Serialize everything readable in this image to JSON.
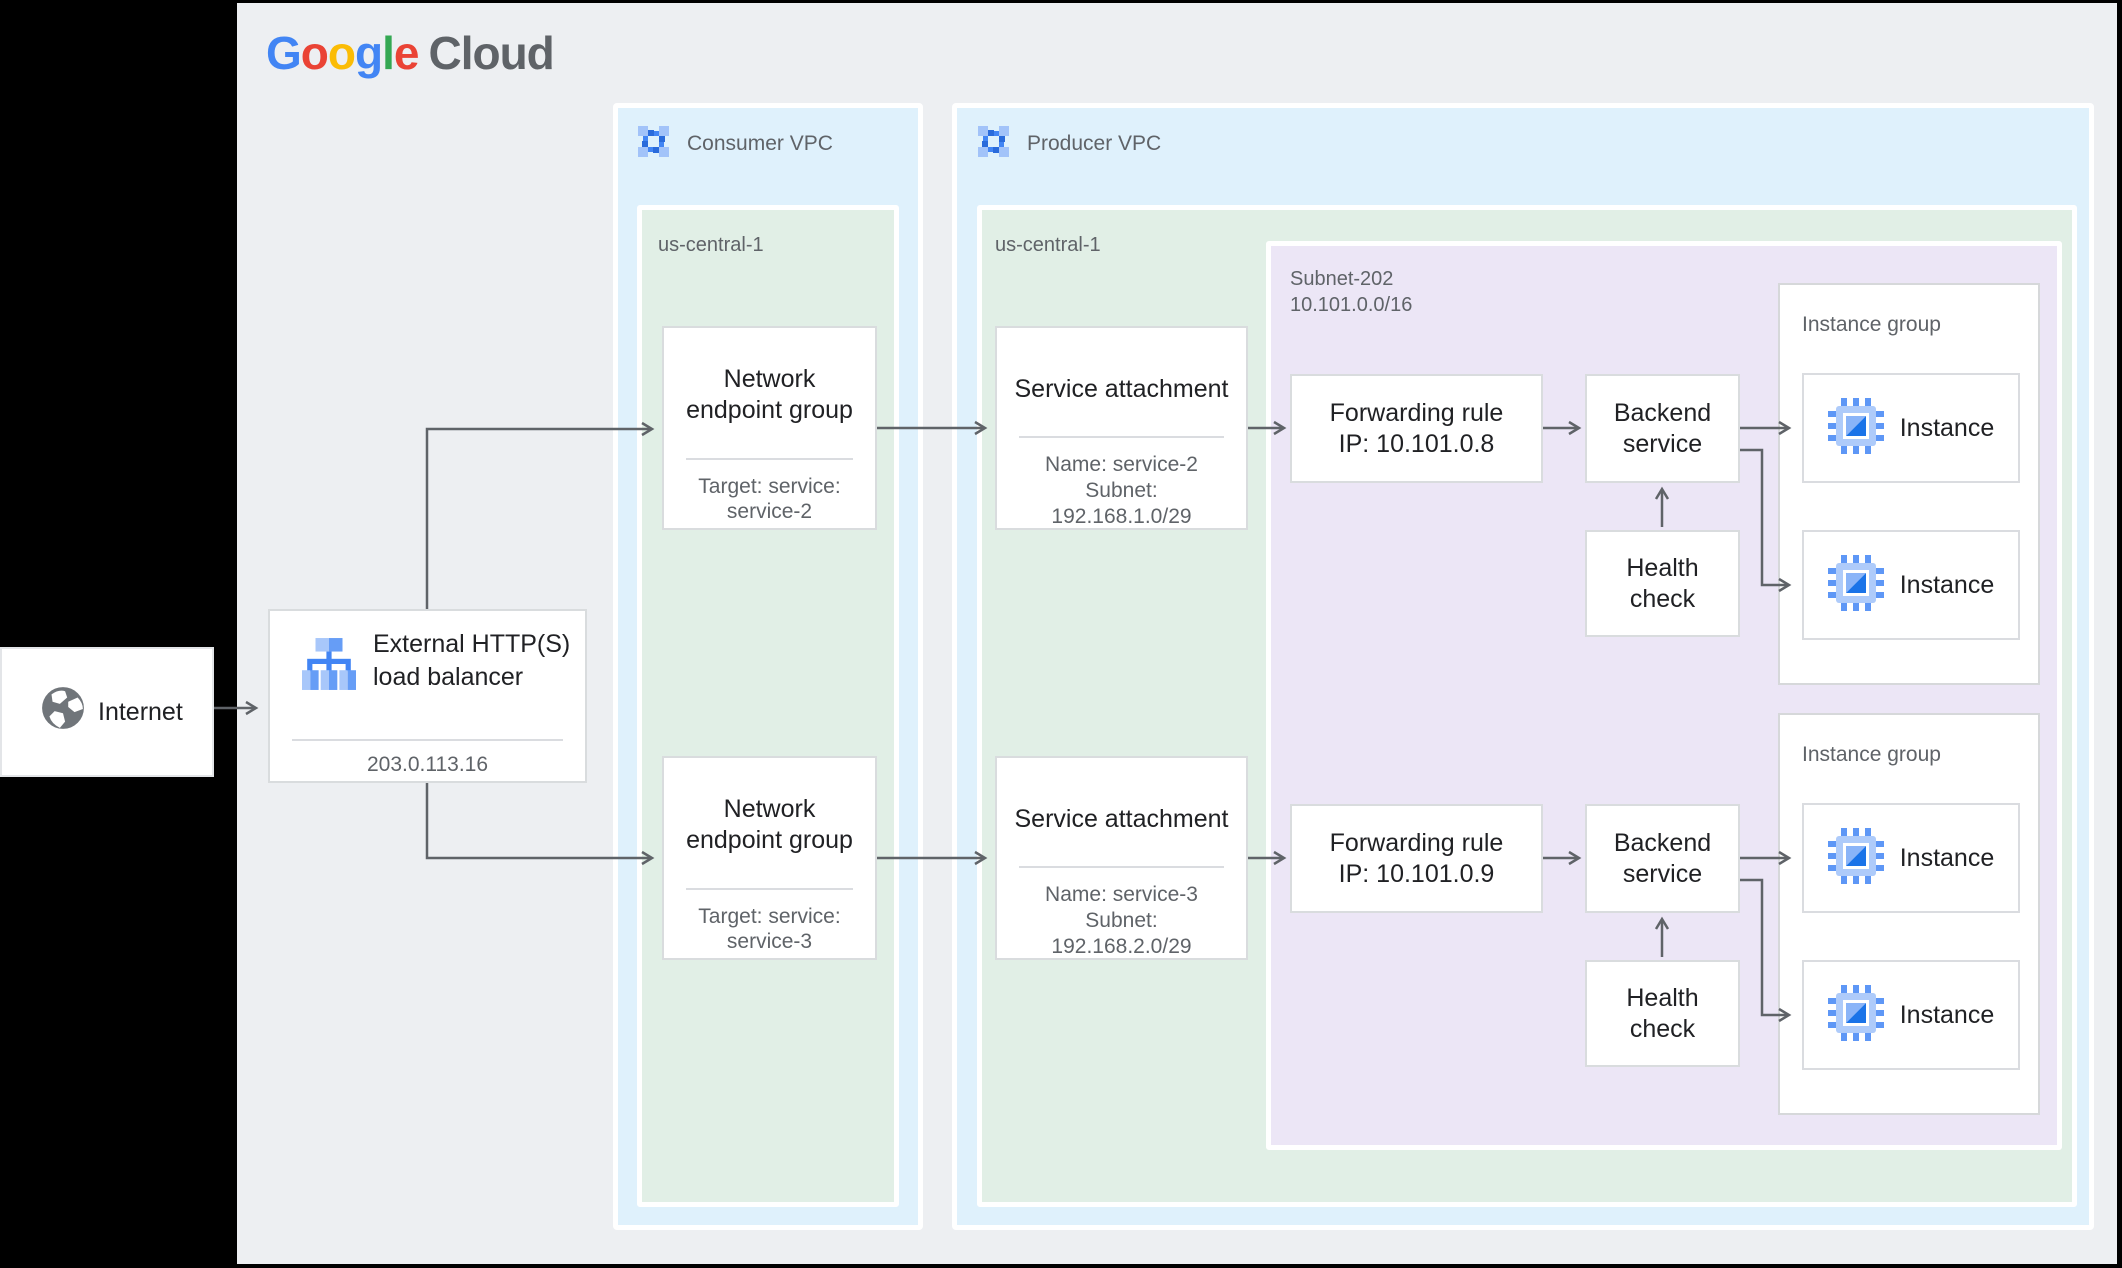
{
  "palette": {
    "canvas_gray": "#EDEFF2",
    "vpc_blue": "#DFF1FC",
    "region_green": "#E1EFE6",
    "subnet_purple": "#ECE6F6",
    "arrow_gray": "#5F6368",
    "title_text": "#202124",
    "secondary_text": "#5F6368",
    "google_blue": "#4285F4",
    "google_red": "#EA4335",
    "google_yellow": "#FBBC05",
    "google_green": "#34A853"
  },
  "logo": {
    "letters": [
      {
        "ch": "G",
        "color": "#4285F4"
      },
      {
        "ch": "o",
        "color": "#EA4335"
      },
      {
        "ch": "o",
        "color": "#FBBC05"
      },
      {
        "ch": "g",
        "color": "#4285F4"
      },
      {
        "ch": "l",
        "color": "#34A853"
      },
      {
        "ch": "e",
        "color": "#EA4335"
      }
    ],
    "suffix": "Cloud"
  },
  "internet": {
    "label": "Internet"
  },
  "load_balancer": {
    "title_line1": "External HTTP(S)",
    "title_line2": "load balancer",
    "ip": "203.0.113.16"
  },
  "consumer_vpc": {
    "label": "Consumer VPC",
    "region": "us-central-1"
  },
  "producer_vpc": {
    "label": "Producer VPC",
    "region": "us-central-1",
    "subnet": {
      "name": "Subnet-202",
      "cidr": "10.101.0.0/16"
    }
  },
  "neg": [
    {
      "title_line1": "Network",
      "title_line2": "endpoint group",
      "target_line1": "Target: service:",
      "target_line2": "service-2"
    },
    {
      "title_line1": "Network",
      "title_line2": "endpoint group",
      "target_line1": "Target: service:",
      "target_line2": "service-3"
    }
  ],
  "service_attachments": [
    {
      "title": "Service attachment",
      "name": "Name: service-2",
      "subnet_label": "Subnet:",
      "subnet_cidr": "192.168.1.0/29"
    },
    {
      "title": "Service attachment",
      "name": "Name: service-3",
      "subnet_label": "Subnet:",
      "subnet_cidr": "192.168.2.0/29"
    }
  ],
  "forwarding_rules": [
    {
      "title": "Forwarding rule",
      "ip": "IP: 10.101.0.8"
    },
    {
      "title": "Forwarding rule",
      "ip": "IP: 10.101.0.9"
    }
  ],
  "backend_service": {
    "line1": "Backend",
    "line2": "service"
  },
  "health_check": {
    "line1": "Health",
    "line2": "check"
  },
  "instance_groups": {
    "label": "Instance group",
    "instance_label": "Instance"
  }
}
